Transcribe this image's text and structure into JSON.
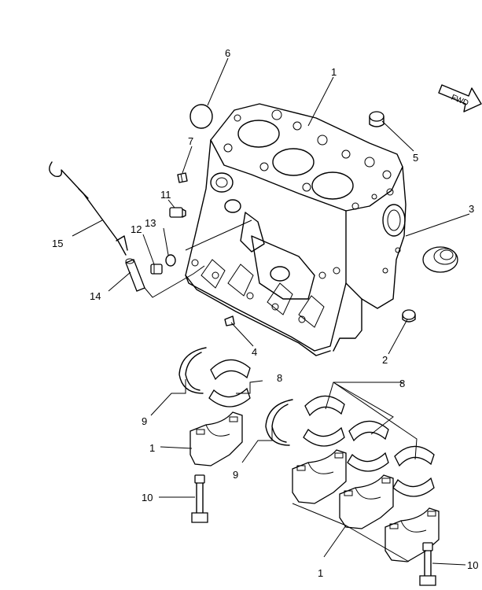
{
  "callouts": {
    "c1_block": "1",
    "c6": "6",
    "c5": "5",
    "c7": "7",
    "c3": "3",
    "c11": "11",
    "c13": "13",
    "c12": "12",
    "c15": "15",
    "c14": "14",
    "c4": "4",
    "c2": "2",
    "c8_left": "8",
    "c8_right": "8",
    "c9_upper": "9",
    "c9_lower": "9",
    "c1_cap_left": "1",
    "c1_cap_bottom": "1",
    "c10_left": "10",
    "c10_right": "10"
  },
  "direction_arrow": {
    "label": "FWD"
  }
}
